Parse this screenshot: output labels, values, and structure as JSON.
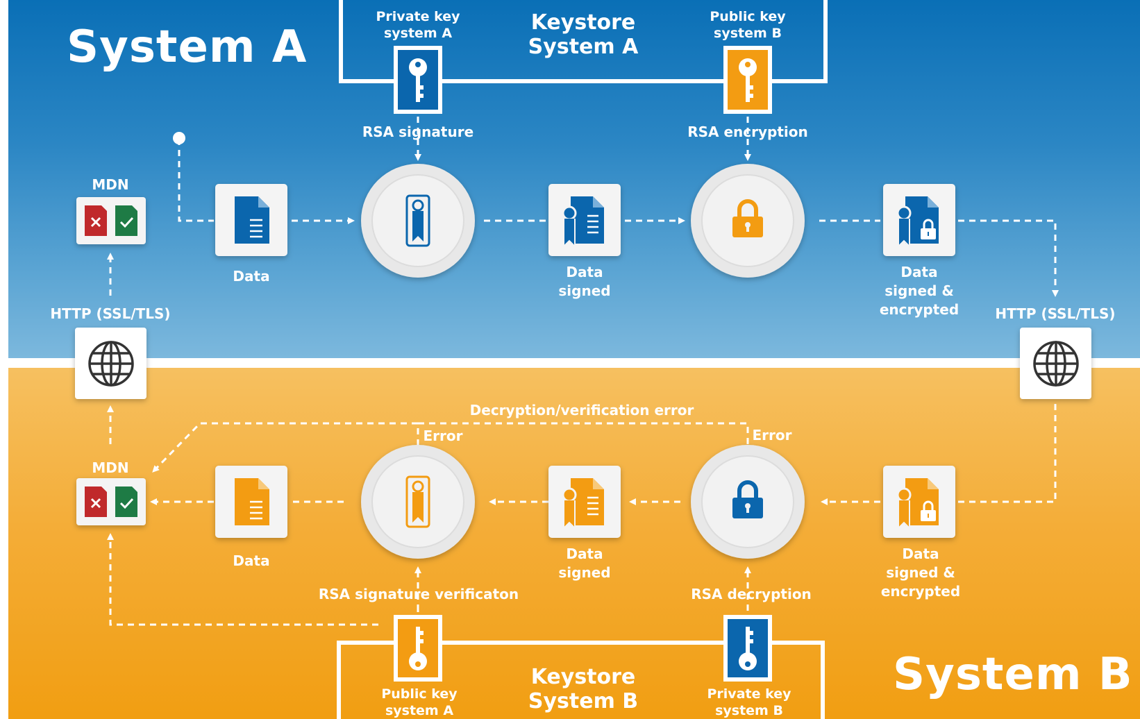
{
  "system_a": {
    "title": "System A",
    "keystore": {
      "title": "Keystore\nSystem A",
      "key_left": "Private key\nsystem A",
      "key_right": "Public key\nsystem B"
    },
    "labels": {
      "mdn": "MDN",
      "http": "HTTP (SSL/TLS)",
      "data": "Data",
      "rsa_signature": "RSA signature",
      "data_signed": "Data\nsigned",
      "rsa_encryption": "RSA encryption",
      "data_signed_encrypted": "Data\nsigned &\nencrypted",
      "http_right": "HTTP (SSL/TLS)"
    }
  },
  "system_b": {
    "title": "System B",
    "keystore": {
      "title": "Keystore\nSystem B",
      "key_left": "Public key\nsystem A",
      "key_right": "Private key\nsystem B"
    },
    "labels": {
      "mdn": "MDN",
      "data": "Data",
      "data_signed": "Data\nsigned",
      "data_signed_encrypted": "Data\nsigned &\nencrypted",
      "rsa_signature_verification": "RSA signature verificaton",
      "rsa_decryption": "RSA decryption",
      "error_1": "Error",
      "error_2": "Error",
      "decryption_error": "Decryption/verification error"
    }
  },
  "colors": {
    "blue_dark": "#0b66ad",
    "blue_light": "#7cb8dd",
    "orange": "#f39c12",
    "orange_light": "#f6c060",
    "red": "#c0292b",
    "green": "#1e7b45"
  },
  "icons": {
    "document": "document-icon",
    "signed_document": "signed-document-icon",
    "encrypted_document": "encrypted-document-icon",
    "signature": "signature-ribbon-icon",
    "lock": "padlock-icon",
    "key": "key-icon",
    "globe": "globe-icon",
    "mdn": "mdn-error-success-icon"
  }
}
